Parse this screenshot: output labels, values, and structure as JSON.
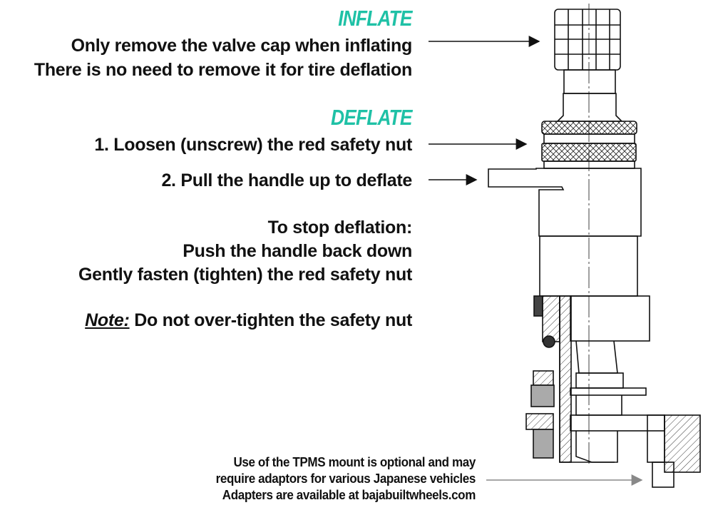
{
  "inflate": {
    "heading": "INFLATE",
    "lines": [
      "Only remove the valve cap when inflating",
      "There is no need to remove it for tire deflation"
    ]
  },
  "deflate": {
    "heading": "DEFLATE",
    "step1": "1. Loosen (unscrew) the red safety nut",
    "step2": "2. Pull the handle up to deflate"
  },
  "stop": {
    "title": "To stop deflation:",
    "lines": [
      "Push the handle back down",
      "Gently fasten (tighten) the red safety nut"
    ]
  },
  "note": {
    "label": "Note:",
    "text": " Do not over-tighten the safety nut"
  },
  "tpms": {
    "lines": [
      "Use of the TPMS mount is optional and may",
      "require adaptors for various Japanese vehicles",
      "Adapters are available at bajabuiltwheels.com"
    ]
  },
  "colors": {
    "accent": "#1fc1a6",
    "text": "#111111",
    "gray_arrow": "#888888"
  }
}
